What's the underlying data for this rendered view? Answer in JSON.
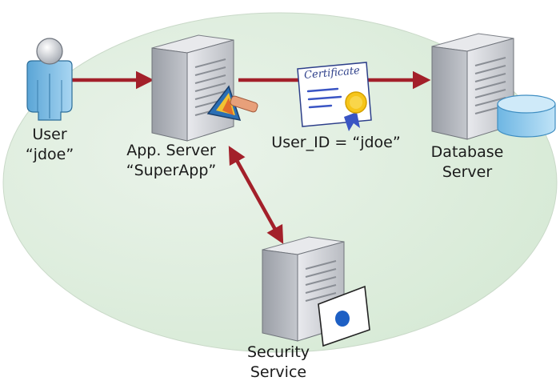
{
  "nodes": {
    "user": {
      "line1": "User",
      "line2": "“jdoe”"
    },
    "app_server": {
      "line1": "App. Server",
      "line2": "“SuperApp”"
    },
    "database_server": {
      "line1": "Database",
      "line2": "Server"
    },
    "security_service": {
      "line1": "Security",
      "line2": "Service"
    }
  },
  "certificate": {
    "script_text": "Certificate",
    "caption": "User_ID = “jdoe”"
  },
  "colors": {
    "ellipse_fill": "#dfeedd",
    "arrow": "#a3202a",
    "server_body": "#c9ccd2",
    "user_body": "#86bfe3",
    "db_cylinder": "#8ec8ea"
  }
}
